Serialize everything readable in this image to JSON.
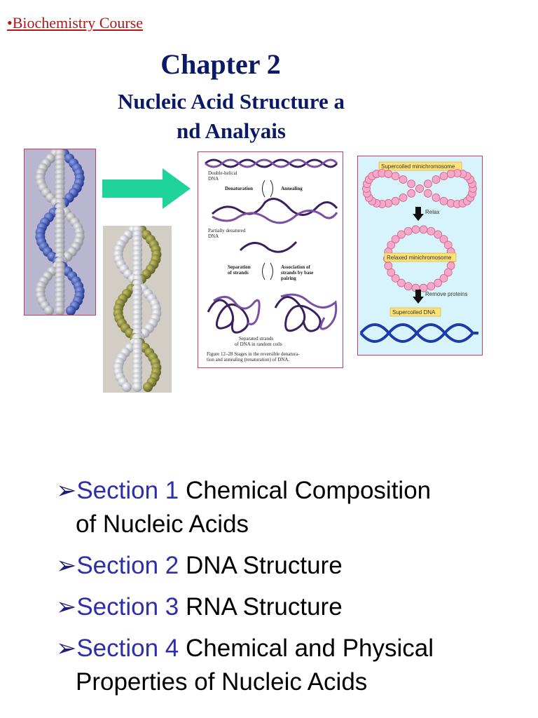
{
  "course_link": "•Biochemistry Course",
  "chapter_title": "Chapter 2",
  "subtitle_line1": "Nucleic Acid Structure a",
  "subtitle_line2": "nd Analyais",
  "figure": {
    "label_double": "Double-helical",
    "label_dna1": "DNA",
    "label_denat": "Denaturation",
    "label_anneal": "Annealing",
    "label_partial": "Partially denatured",
    "label_dna2": "DNA",
    "label_sep1": "Separation",
    "label_sep2": "of strands",
    "label_assoc1": "Association of",
    "label_assoc2": "strands by base",
    "label_assoc3": "pairing",
    "label_separated1": "Separated strands",
    "label_separated2": "of DNA in random coils",
    "caption1": "Figure 12–28  Stages in the reversible denatura-",
    "caption2": "tion and annealing (renaturation) of DNA."
  },
  "chromo": {
    "supercoiled_mini": "Supercoiled minichromosome",
    "relax": "Relax",
    "relaxed_mini": "Relaxed minichromosome",
    "remove_proteins": "Remove proteins",
    "supercoiled_dna": "Supercoiled DNA"
  },
  "sections": [
    {
      "marker": "➢",
      "section": "Section 1",
      "text": " Chemical Composition",
      "cont": "of Nucleic Acids"
    },
    {
      "marker": "➢",
      "section": "Section 2",
      "text": " DNA Structure",
      "cont": ""
    },
    {
      "marker": "➢",
      "section": "Section 3",
      "text": " RNA Structure",
      "cont": ""
    },
    {
      "marker": "➢",
      "section": "Section 4",
      "text": " Chemical and Physical",
      "cont": "Properties   of Nucleic Acids"
    }
  ],
  "colors": {
    "title": "#0b1a66",
    "course_link": "#b01818",
    "section_label": "#2e2eaa",
    "arrow": "#1fd49a",
    "frame": "#c23a74"
  }
}
